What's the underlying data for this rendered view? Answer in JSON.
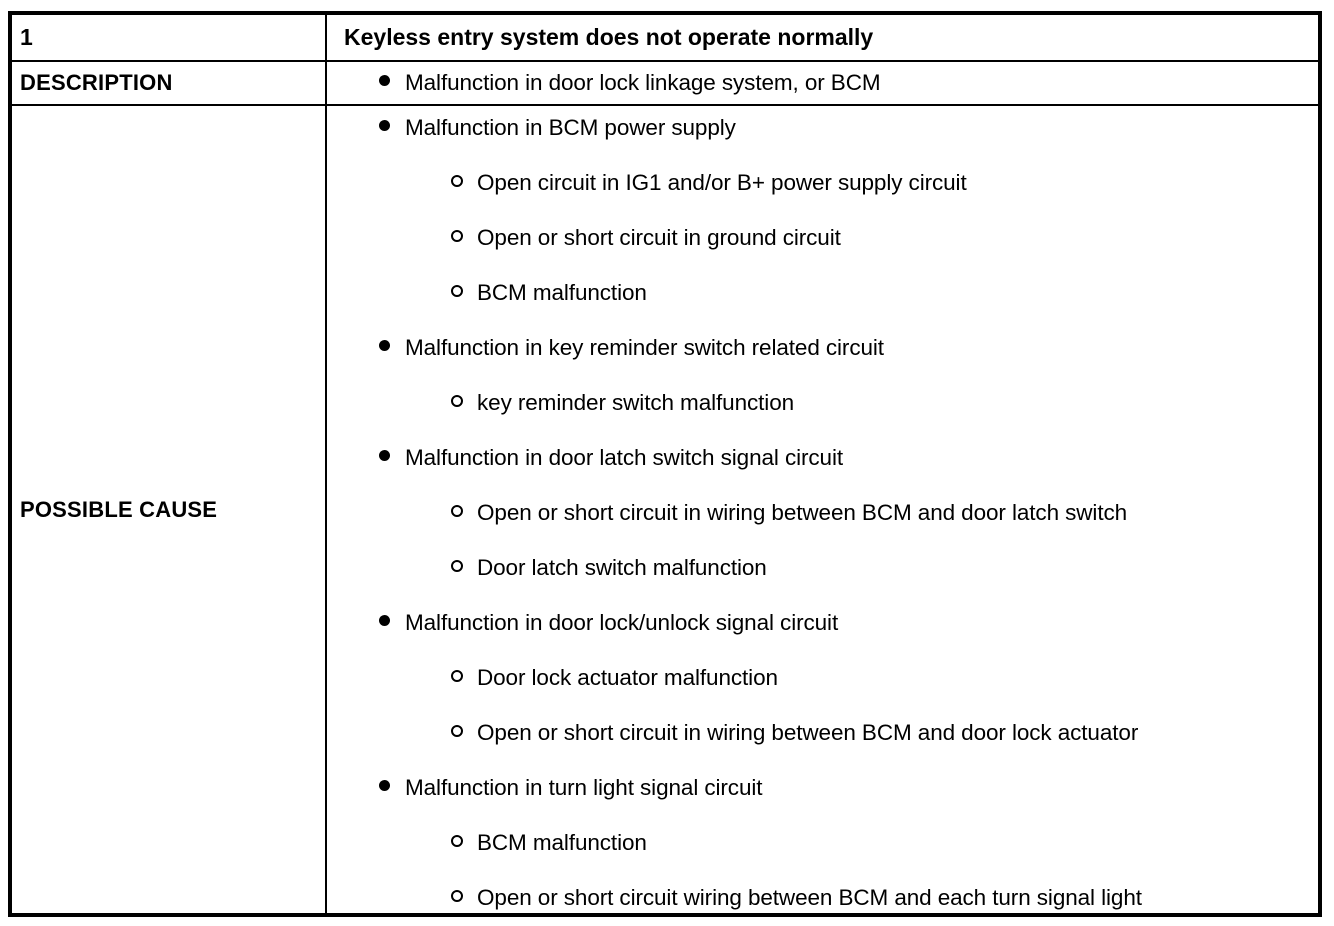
{
  "table": {
    "number": "1",
    "title": "Keyless entry system does not operate normally",
    "rows": {
      "description": {
        "label": "DESCRIPTION",
        "items": [
          {
            "level": 1,
            "marker": "filled-disc-bullet",
            "text": "Malfunction in door lock linkage system, or BCM"
          }
        ]
      },
      "possible_cause": {
        "label": "POSSIBLE CAUSE",
        "items": [
          {
            "level": 1,
            "marker": "filled-disc-bullet",
            "text": "Malfunction in BCM power supply"
          },
          {
            "level": 2,
            "marker": "hollow-circle-bullet",
            "text": "Open circuit in IG1 and/or B+ power supply circuit"
          },
          {
            "level": 2,
            "marker": "hollow-circle-bullet",
            "text": "Open or short circuit in ground circuit"
          },
          {
            "level": 2,
            "marker": "hollow-circle-bullet",
            "text": "BCM malfunction"
          },
          {
            "level": 1,
            "marker": "filled-disc-bullet",
            "text": "Malfunction in key reminder switch related circuit"
          },
          {
            "level": 2,
            "marker": "hollow-circle-bullet",
            "text": "key reminder switch malfunction"
          },
          {
            "level": 1,
            "marker": "filled-disc-bullet",
            "text": "Malfunction in door latch switch signal circuit"
          },
          {
            "level": 2,
            "marker": "hollow-circle-bullet",
            "text": "Open or short circuit in wiring between BCM and door latch switch"
          },
          {
            "level": 2,
            "marker": "hollow-circle-bullet",
            "text": "Door latch switch malfunction"
          },
          {
            "level": 1,
            "marker": "filled-disc-bullet",
            "text": "Malfunction in door lock/unlock signal circuit"
          },
          {
            "level": 2,
            "marker": "hollow-circle-bullet",
            "text": "Door lock actuator malfunction"
          },
          {
            "level": 2,
            "marker": "hollow-circle-bullet",
            "text": "Open or short circuit in wiring between BCM and door lock actuator"
          },
          {
            "level": 1,
            "marker": "filled-disc-bullet",
            "text": "Malfunction in turn light signal circuit"
          },
          {
            "level": 2,
            "marker": "hollow-circle-bullet",
            "text": "BCM malfunction"
          },
          {
            "level": 2,
            "marker": "hollow-circle-bullet",
            "text": "Open or short circuit wiring between BCM and each turn signal light"
          }
        ]
      }
    }
  },
  "colors": {
    "border": "#000000",
    "text": "#000000",
    "background": "#ffffff"
  }
}
